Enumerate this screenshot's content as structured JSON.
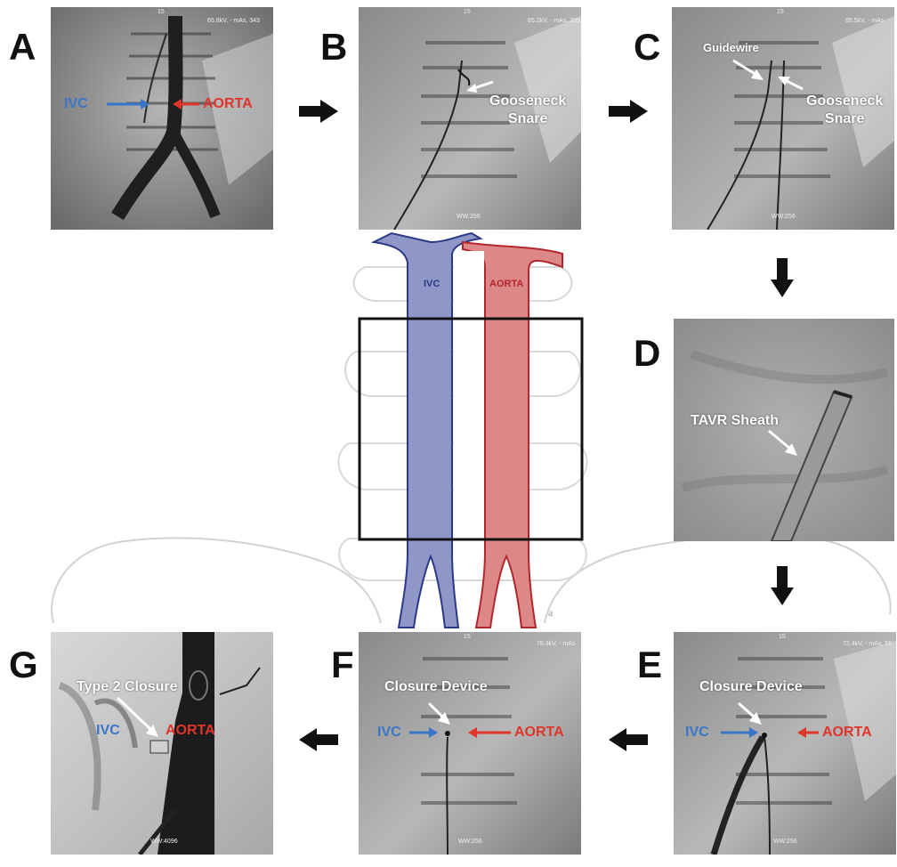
{
  "panels": {
    "A": {
      "letter": "A",
      "ivc": "IVC",
      "aorta": "AORTA",
      "tiny_top": "15",
      "tiny_info": "65.8kV, - mAs, 343"
    },
    "B": {
      "letter": "B",
      "label": "Gooseneck\nSnare",
      "tiny_top": "15",
      "tiny_info": "65.2kV, - mAs, 335",
      "tiny_bottom": "WW:256"
    },
    "C": {
      "letter": "C",
      "guidewire": "Guidewire",
      "snare": "Gooseneck\nSnare",
      "tiny_top": "15",
      "tiny_info": "65.5kV, - mAs",
      "tiny_bottom": "WW:256"
    },
    "D": {
      "letter": "D",
      "label": "TAVR Sheath"
    },
    "E": {
      "letter": "E",
      "closure": "Closure Device",
      "ivc": "IVC",
      "aorta": "AORTA",
      "tiny_top": "15",
      "tiny_info": "72.4kV, - mAs, 56",
      "tiny_bottom": "WW:256"
    },
    "F": {
      "letter": "F",
      "closure": "Closure Device",
      "ivc": "IVC",
      "aorta": "AORTA",
      "tiny_top": "15",
      "tiny_info": "78.3kV, - mAs",
      "tiny_bottom": "WW:256"
    },
    "G": {
      "letter": "G",
      "closure": "Type 2 Closure",
      "ivc": "IVC",
      "aorta": "AORTA",
      "tiny_bottom": "WW:4096"
    }
  },
  "schematic": {
    "ivc": "IVC",
    "aorta": "AORTA"
  },
  "colors": {
    "ivc_fill": "#8f97c8",
    "ivc_stroke": "#2c3a86",
    "aorta_fill": "#dc8888",
    "aorta_stroke": "#b3262b",
    "label_blue": "#3a76c8",
    "label_red": "#e0352b"
  }
}
